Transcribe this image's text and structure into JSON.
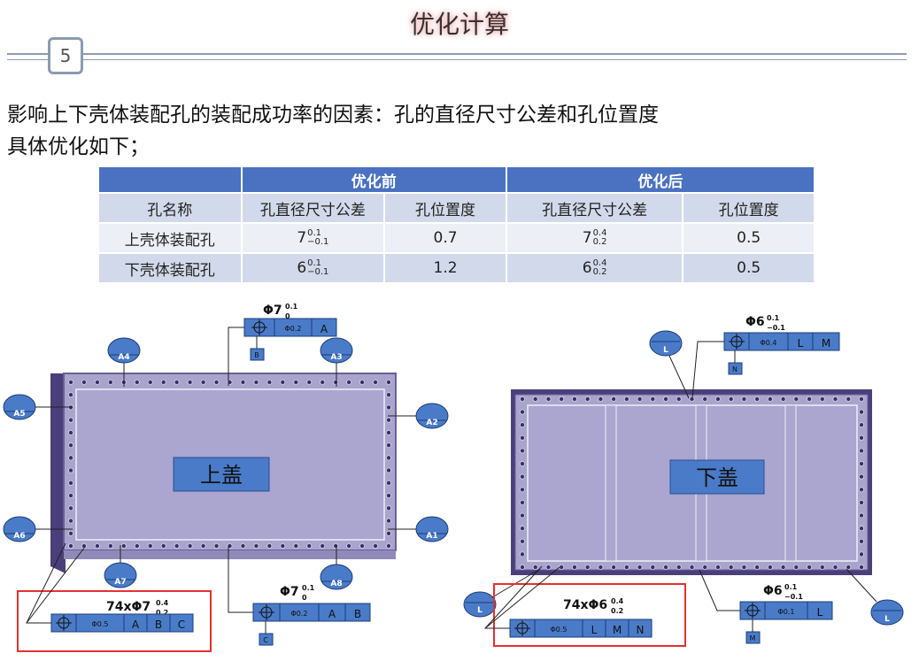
{
  "header": {
    "title": "优化计算",
    "section_number": "5"
  },
  "intro": {
    "line1": "影响上下壳体装配孔的装配成功率的因素：孔的直径尺寸公差和孔位置度",
    "line2": "具体优化如下；"
  },
  "table": {
    "group_before": "优化前",
    "group_after": "优化后",
    "col_name": "孔名称",
    "col_dia_before": "孔直径尺寸公差",
    "col_pos_before": "孔位置度",
    "col_dia_after": "孔直径尺寸公差",
    "col_pos_after": "孔位置度",
    "rows": [
      {
        "name": "上壳体装配孔",
        "before_nom": "7",
        "before_up": "0.1",
        "before_lo": "−0.1",
        "before_pos": "0.7",
        "after_nom": "7",
        "after_up": "0.4",
        "after_lo": "0.2",
        "after_pos": "0.5"
      },
      {
        "name": "下壳体装配孔",
        "before_nom": "6",
        "before_up": "0.1",
        "before_lo": "−0.1",
        "before_pos": "1.2",
        "after_nom": "6",
        "after_up": "0.4",
        "after_lo": "0.2",
        "after_pos": "0.5"
      }
    ]
  },
  "upper": {
    "label": "上盖",
    "datums": [
      "A4",
      "A3",
      "A5",
      "A2",
      "A6",
      "A1",
      "A7",
      "A8"
    ],
    "top_fcf": {
      "dim_base": "Φ7",
      "dim_up": "0.1",
      "dim_lo": "0",
      "tol": "Φ0.2",
      "ref1": "A",
      "datum": "B"
    },
    "bottom_fcf": {
      "dim_base": "Φ7",
      "dim_up": "0.1",
      "dim_lo": "0",
      "tol": "Φ0.2",
      "ref1": "A",
      "ref2": "B",
      "datum": "C"
    },
    "main_fcf": {
      "dim_base": "74xΦ7",
      "dim_up": "0.4",
      "dim_lo": "0.2",
      "tol": "Φ0.5",
      "ref1": "A",
      "ref2": "B",
      "ref3": "C"
    }
  },
  "lower": {
    "label": "下盖",
    "datums": [
      "L",
      "L",
      "L"
    ],
    "top_fcf": {
      "dim_base": "Φ6",
      "dim_up": "0.1",
      "dim_lo": "−0.1",
      "tol": "Φ0.4",
      "ref1": "L",
      "ref2": "M",
      "datum": "N"
    },
    "bottom_fcf": {
      "dim_base": "Φ6",
      "dim_up": "0.1",
      "dim_lo": "−0.1",
      "tol": "Φ0.1",
      "ref1": "L",
      "datum": "M"
    },
    "main_fcf": {
      "dim_base": "74xΦ6",
      "dim_up": "0.4",
      "dim_lo": "0.2",
      "tol": "Φ0.5",
      "ref1": "L",
      "ref2": "M",
      "ref3": "N"
    }
  },
  "colors": {
    "plate_fill": "#a8a4cc",
    "plate_border": "#4b3f7a",
    "fcf_fill": "#4a7bc8",
    "accent": "#e53030"
  }
}
